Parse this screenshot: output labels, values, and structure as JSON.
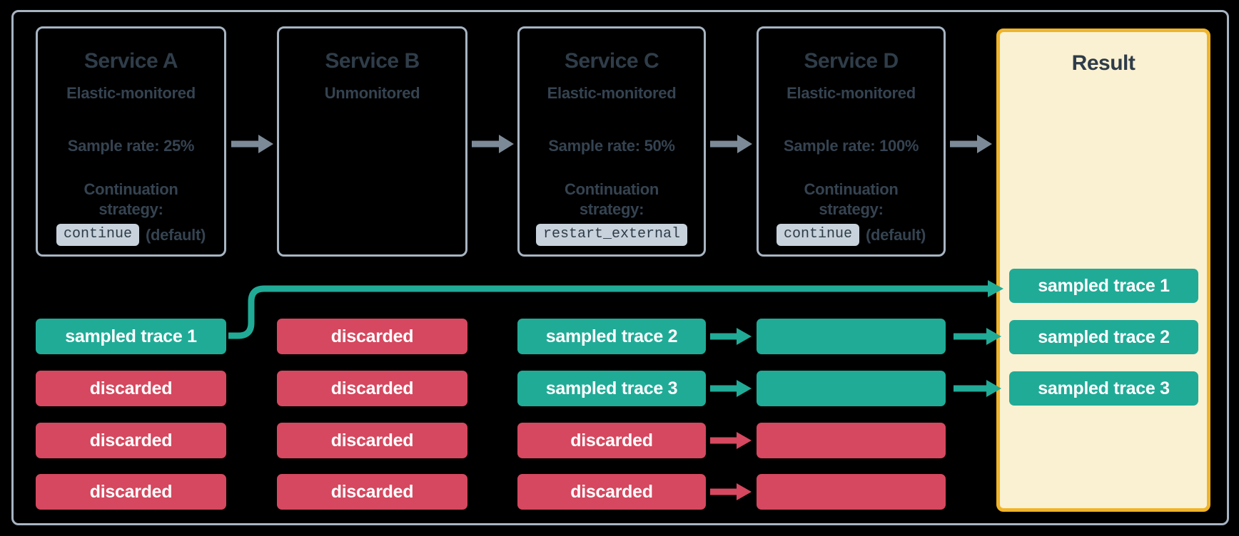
{
  "colors": {
    "background": "#000000",
    "frame_border": "#a7b4c2",
    "card_border": "#a7b4c2",
    "title_text": "#2f3d49",
    "body_text": "#354351",
    "badge_background": "#c8d2dc",
    "badge_text": "#2e3c49",
    "sampled_teal": "#20ab97",
    "discarded_red": "#d5485f",
    "flow_arrow_gray": "#7c8a98",
    "result_background": "#faf1d2",
    "result_border": "#f0b42a",
    "trace_label_text": "#ffffff"
  },
  "services": [
    {
      "title": "Service A",
      "subtitle": "Elastic-monitored",
      "sample_rate": "Sample rate: 25%",
      "strategy_label": "Continuation strategy:",
      "strategy_value": "continue",
      "strategy_suffix": "(default)"
    },
    {
      "title": "Service B",
      "subtitle": "Unmonitored"
    },
    {
      "title": "Service C",
      "subtitle": "Elastic-monitored",
      "sample_rate": "Sample rate: 50%",
      "strategy_label": "Continuation strategy:",
      "strategy_value": "restart_external",
      "strategy_suffix": ""
    },
    {
      "title": "Service D",
      "subtitle": "Elastic-monitored",
      "sample_rate": "Sample rate: 100%",
      "strategy_label": "Continuation strategy:",
      "strategy_value": "continue",
      "strategy_suffix": "(default)"
    }
  ],
  "trace_columns": [
    {
      "service": "Service A",
      "rows": [
        {
          "label": "sampled trace 1",
          "status": "sampled"
        },
        {
          "label": "discarded",
          "status": "discarded"
        },
        {
          "label": "discarded",
          "status": "discarded"
        },
        {
          "label": "discarded",
          "status": "discarded"
        }
      ]
    },
    {
      "service": "Service B",
      "rows": [
        {
          "label": "discarded",
          "status": "discarded"
        },
        {
          "label": "discarded",
          "status": "discarded"
        },
        {
          "label": "discarded",
          "status": "discarded"
        },
        {
          "label": "discarded",
          "status": "discarded"
        }
      ]
    },
    {
      "service": "Service C",
      "rows": [
        {
          "label": "sampled trace 2",
          "status": "sampled"
        },
        {
          "label": "sampled trace 3",
          "status": "sampled"
        },
        {
          "label": "discarded",
          "status": "discarded"
        },
        {
          "label": "discarded",
          "status": "discarded"
        }
      ]
    },
    {
      "service": "Service D",
      "rows": [
        {
          "label": "",
          "status": "sampled"
        },
        {
          "label": "",
          "status": "sampled"
        },
        {
          "label": "",
          "status": "discarded"
        },
        {
          "label": "",
          "status": "discarded"
        }
      ]
    }
  ],
  "result": {
    "title": "Result",
    "traces": [
      "sampled trace 1",
      "sampled trace 2",
      "sampled trace 3"
    ]
  }
}
